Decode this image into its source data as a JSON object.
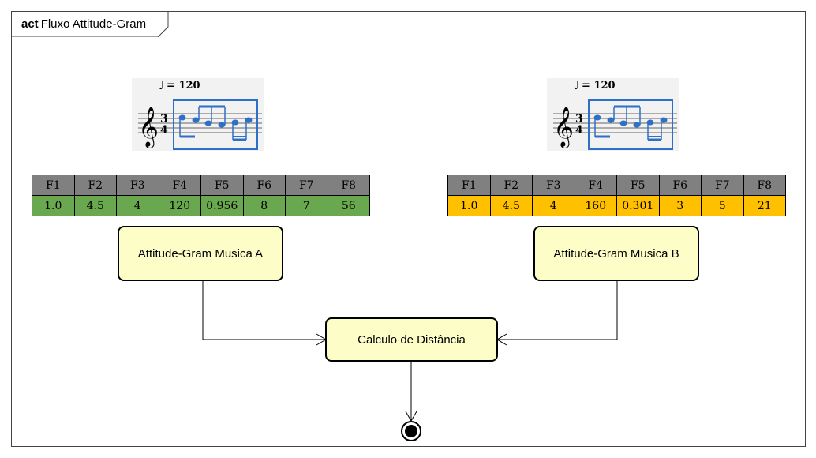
{
  "frame": {
    "keyword": "act",
    "title": "Fluxo Attitude-Gram"
  },
  "left": {
    "tempo": "= 120",
    "features": {
      "headers": [
        "F1",
        "F2",
        "F3",
        "F4",
        "F5",
        "F6",
        "F7",
        "F8"
      ],
      "values": [
        "1.0",
        "4.5",
        "4",
        "120",
        "0.956",
        "8",
        "7",
        "56"
      ],
      "value_color": "#6aa84f"
    },
    "node_label": "Attitude-Gram Musica A"
  },
  "right": {
    "tempo": "= 120",
    "features": {
      "headers": [
        "F1",
        "F2",
        "F3",
        "F4",
        "F5",
        "F6",
        "F7",
        "F8"
      ],
      "values": [
        "1.0",
        "4.5",
        "4",
        "160",
        "0.301",
        "3",
        "5",
        "21"
      ],
      "value_color": "#ffc000"
    },
    "node_label": "Attitude-Gram Musica B"
  },
  "center": {
    "node_label": "Calculo de Distância"
  },
  "colors": {
    "header_gray": "#808080",
    "node_fill": "#fdfdc8",
    "note_blue": "#2e6fc7"
  }
}
